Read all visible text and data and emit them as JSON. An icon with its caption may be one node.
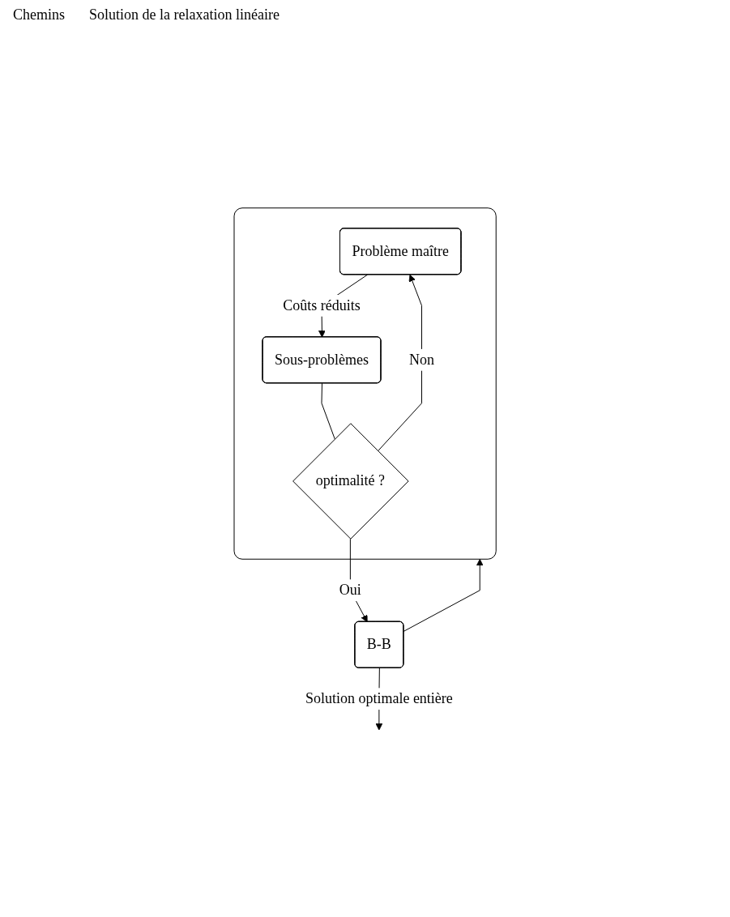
{
  "diagram": {
    "nodes": [
      {
        "text": [],
        "shape": "box"
      },
      {
        "text": [
          "Problème maître"
        ],
        "in": 0
      },
      {
        "text": [
          "Sous-problèmes"
        ],
        "in": 0
      },
      {
        "text": [
          "optimalité ?"
        ],
        "in": 0
      },
      {
        "text": [
          "B-B"
        ]
      }
    ],
    "edges": [
      {
        "from": 1,
        "to": 2,
        "arrow": "to",
        "label": "Coûts réduits"
      },
      {
        "from": 2,
        "to": 3,
        "arrow": "none"
      },
      {
        "from": 3,
        "to": 1,
        "arrow": "to",
        "label": "Non"
      },
      {
        "from": 3,
        "to": 4,
        "arrow": "to",
        "label": "Oui"
      },
      {
        "from": 4,
        "to": 0,
        "arrow": "to"
      },
      {
        "from": 4,
        "to": null,
        "arrow": "to",
        "label": "Solution optimale entière"
      }
    ],
    "labels": [
      "Chemins",
      "Solution de la relaxation linéaire"
    ]
  }
}
